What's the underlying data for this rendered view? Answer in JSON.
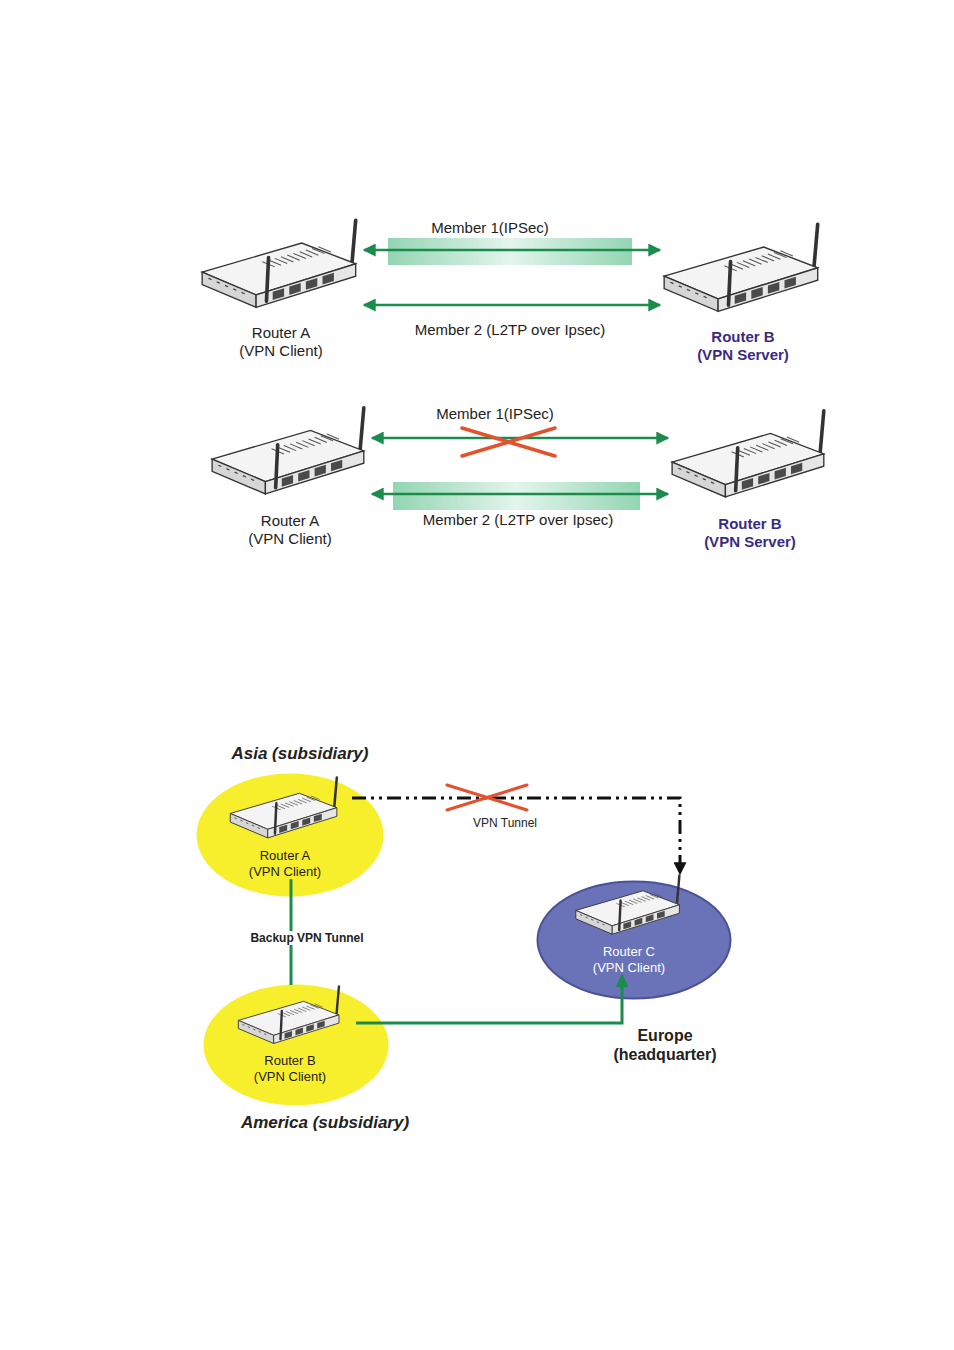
{
  "diagram": {
    "nodes": [
      {
        "text": [
          "Router A (VPN Client)"
        ]
      },
      {
        "text": [
          "Router B (VPN Server)"
        ]
      },
      {
        "text": [
          "Router A (VPN Client)"
        ]
      },
      {
        "text": [
          "Router B (VPN Server)"
        ]
      },
      {
        "text": [
          "Asia (subsidiary)"
        ]
      },
      {
        "text": [
          "Router A (VPN Client)"
        ],
        "in": 4
      },
      {
        "text": [
          "Europe (headquarter)"
        ]
      },
      {
        "text": [
          "Router C (VPN Client)"
        ],
        "in": 6
      },
      {
        "text": [
          "America (subsidiary)"
        ]
      },
      {
        "text": [
          "Router B (VPN Client)"
        ],
        "in": 8
      }
    ],
    "edges": [
      {
        "from": 0,
        "to": 1,
        "arrow": "both",
        "label": "Member 1(IPSec)"
      },
      {
        "from": 0,
        "to": 1,
        "arrow": "both",
        "label": "Member 2 (L2TP over Ipsec)"
      },
      {
        "from": 2,
        "to": 3,
        "arrow": "both",
        "label": "Member 1(IPSec)"
      },
      {
        "from": 2,
        "to": 3,
        "arrow": "both",
        "label": "Member 2 (L2TP over Ipsec)"
      },
      {
        "from": 5,
        "to": 7,
        "arrow": "to",
        "label": "VPN Tunnel"
      },
      {
        "from": 5,
        "to": 9,
        "arrow": "none",
        "label": "Backup VPN Tunnel"
      },
      {
        "from": 9,
        "to": 7,
        "arrow": "to"
      }
    ]
  }
}
